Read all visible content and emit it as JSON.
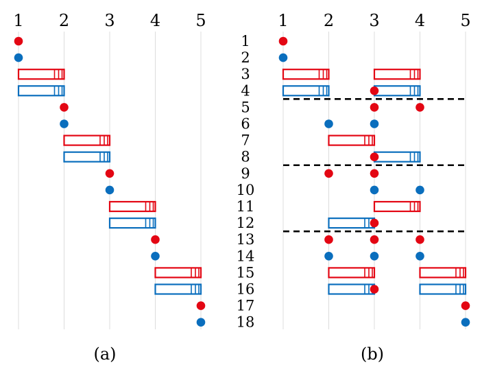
{
  "colors": {
    "red": "#e30613",
    "blue": "#0a6ebd",
    "grid": "#dcdcdc",
    "separator": "#000000"
  },
  "panel_a": {
    "label": "(a)",
    "column_labels": [
      "1",
      "2",
      "3",
      "4",
      "5"
    ],
    "elements": [
      {
        "kind": "dot",
        "color": "red",
        "col": 1,
        "row": 1
      },
      {
        "kind": "dot",
        "color": "blue",
        "col": 1,
        "row": 2
      },
      {
        "kind": "bar",
        "color": "red",
        "from": 1,
        "to": 2,
        "row": 3
      },
      {
        "kind": "bar",
        "color": "blue",
        "from": 1,
        "to": 2,
        "row": 4
      },
      {
        "kind": "dot",
        "color": "red",
        "col": 2,
        "row": 5
      },
      {
        "kind": "dot",
        "color": "blue",
        "col": 2,
        "row": 6
      },
      {
        "kind": "bar",
        "color": "red",
        "from": 2,
        "to": 3,
        "row": 7
      },
      {
        "kind": "bar",
        "color": "blue",
        "from": 2,
        "to": 3,
        "row": 8
      },
      {
        "kind": "dot",
        "color": "red",
        "col": 3,
        "row": 9
      },
      {
        "kind": "dot",
        "color": "blue",
        "col": 3,
        "row": 10
      },
      {
        "kind": "bar",
        "color": "red",
        "from": 3,
        "to": 4,
        "row": 11
      },
      {
        "kind": "bar",
        "color": "blue",
        "from": 3,
        "to": 4,
        "row": 12
      },
      {
        "kind": "dot",
        "color": "red",
        "col": 4,
        "row": 13
      },
      {
        "kind": "dot",
        "color": "blue",
        "col": 4,
        "row": 14
      },
      {
        "kind": "bar",
        "color": "red",
        "from": 4,
        "to": 5,
        "row": 15
      },
      {
        "kind": "bar",
        "color": "blue",
        "from": 4,
        "to": 5,
        "row": 16
      },
      {
        "kind": "dot",
        "color": "red",
        "col": 5,
        "row": 17
      },
      {
        "kind": "dot",
        "color": "blue",
        "col": 5,
        "row": 18
      }
    ]
  },
  "panel_b": {
    "label": "(b)",
    "column_labels": [
      "1",
      "2",
      "3",
      "4",
      "5"
    ],
    "row_labels": [
      "1",
      "2",
      "3",
      "4",
      "5",
      "6",
      "7",
      "8",
      "9",
      "10",
      "11",
      "12",
      "13",
      "14",
      "15",
      "16",
      "17",
      "18"
    ],
    "separators_after_rows": [
      4,
      8,
      12
    ],
    "elements": [
      {
        "kind": "dot",
        "color": "red",
        "col": 1,
        "row": 1
      },
      {
        "kind": "dot",
        "color": "blue",
        "col": 1,
        "row": 2
      },
      {
        "kind": "bar",
        "color": "red",
        "from": 1,
        "to": 2,
        "row": 3
      },
      {
        "kind": "bar",
        "color": "red",
        "from": 3,
        "to": 4,
        "row": 3
      },
      {
        "kind": "bar",
        "color": "blue",
        "from": 1,
        "to": 2,
        "row": 4
      },
      {
        "kind": "bar",
        "color": "blue",
        "from": 3,
        "to": 4,
        "row": 4
      },
      {
        "kind": "dot",
        "color": "red",
        "col": 3,
        "row": 4
      },
      {
        "kind": "dot",
        "color": "red",
        "col": 3,
        "row": 5
      },
      {
        "kind": "dot",
        "color": "red",
        "col": 4,
        "row": 5
      },
      {
        "kind": "dot",
        "color": "blue",
        "col": 2,
        "row": 6
      },
      {
        "kind": "dot",
        "color": "blue",
        "col": 3,
        "row": 6
      },
      {
        "kind": "bar",
        "color": "red",
        "from": 2,
        "to": 3,
        "row": 7
      },
      {
        "kind": "bar",
        "color": "blue",
        "from": 3,
        "to": 4,
        "row": 8
      },
      {
        "kind": "dot",
        "color": "red",
        "col": 3,
        "row": 8
      },
      {
        "kind": "dot",
        "color": "red",
        "col": 2,
        "row": 9
      },
      {
        "kind": "dot",
        "color": "red",
        "col": 3,
        "row": 9
      },
      {
        "kind": "dot",
        "color": "blue",
        "col": 3,
        "row": 10
      },
      {
        "kind": "dot",
        "color": "blue",
        "col": 4,
        "row": 10
      },
      {
        "kind": "bar",
        "color": "red",
        "from": 3,
        "to": 4,
        "row": 11
      },
      {
        "kind": "bar",
        "color": "blue",
        "from": 2,
        "to": 3,
        "row": 12
      },
      {
        "kind": "dot",
        "color": "red",
        "col": 3,
        "row": 12
      },
      {
        "kind": "dot",
        "color": "red",
        "col": 2,
        "row": 13
      },
      {
        "kind": "dot",
        "color": "red",
        "col": 3,
        "row": 13
      },
      {
        "kind": "dot",
        "color": "red",
        "col": 4,
        "row": 13
      },
      {
        "kind": "dot",
        "color": "blue",
        "col": 2,
        "row": 14
      },
      {
        "kind": "dot",
        "color": "blue",
        "col": 3,
        "row": 14
      },
      {
        "kind": "dot",
        "color": "blue",
        "col": 4,
        "row": 14
      },
      {
        "kind": "bar",
        "color": "red",
        "from": 2,
        "to": 3,
        "row": 15
      },
      {
        "kind": "bar",
        "color": "red",
        "from": 4,
        "to": 5,
        "row": 15
      },
      {
        "kind": "bar",
        "color": "blue",
        "from": 2,
        "to": 3,
        "row": 16
      },
      {
        "kind": "bar",
        "color": "blue",
        "from": 4,
        "to": 5,
        "row": 16
      },
      {
        "kind": "dot",
        "color": "red",
        "col": 3,
        "row": 16
      },
      {
        "kind": "dot",
        "color": "red",
        "col": 5,
        "row": 17
      },
      {
        "kind": "dot",
        "color": "blue",
        "col": 5,
        "row": 18
      }
    ]
  }
}
